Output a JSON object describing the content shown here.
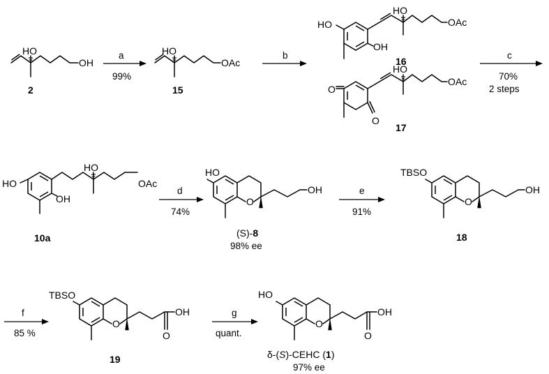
{
  "atoms": {
    "HO": "HO",
    "OH": "OH",
    "OAc": "OAc",
    "O": "O",
    "TBSO": "TBSO"
  },
  "compounds": {
    "c2": "2",
    "c15": "15",
    "c16": "16",
    "c17": "17",
    "c10a": "10a",
    "c8_prefix": "(S)-",
    "c8": "8",
    "c8_ee": "98% ee",
    "c18": "18",
    "c19": "19",
    "c1_prefix": "δ-(",
    "c1_S": "S",
    "c1_mid": ")-CEHC (",
    "c1_num": "1",
    "c1_suffix": ")",
    "c1_ee": "97% ee"
  },
  "steps": {
    "a": {
      "reagent": "a",
      "yield": "99%"
    },
    "b": {
      "reagent": "b",
      "yield": ""
    },
    "c": {
      "reagent": "c",
      "yield": "70%",
      "note": "2 steps"
    },
    "d": {
      "reagent": "d",
      "yield": "74%"
    },
    "e": {
      "reagent": "e",
      "yield": "91%"
    },
    "f": {
      "reagent": "f",
      "yield": "85 %"
    },
    "g": {
      "reagent": "g",
      "yield": "quant."
    }
  }
}
